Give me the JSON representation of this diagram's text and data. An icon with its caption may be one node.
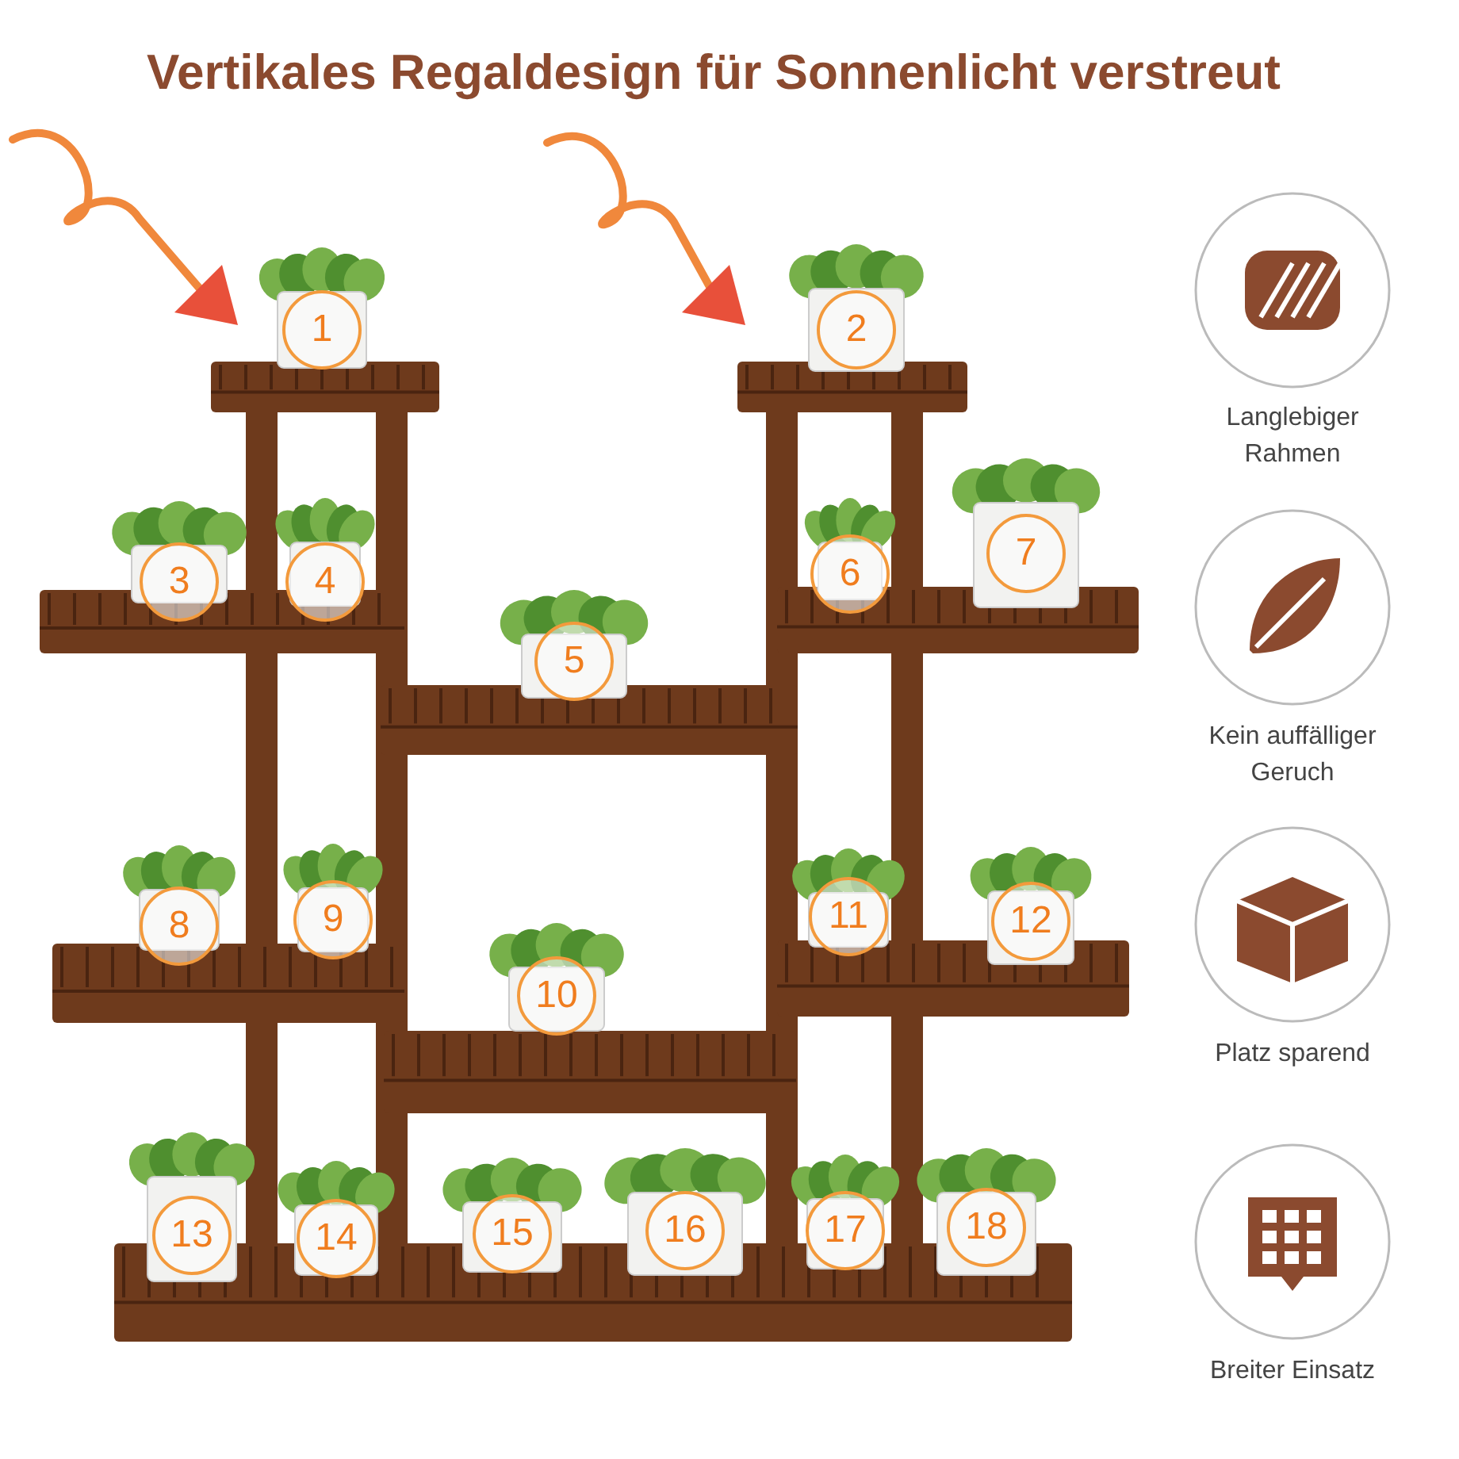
{
  "diagram": {
    "title": "Vertikales Regaldesign für Sonnenlicht verstreut",
    "labels": [
      "1",
      "2",
      "3",
      "4",
      "5",
      "6",
      "7",
      "8",
      "9",
      "10",
      "11",
      "12",
      "13",
      "14",
      "15",
      "16",
      "17",
      "18",
      "Langlebiger Rahmen",
      "Kein auffälliger Geruch",
      "Platz sparend",
      "Breiter Einsatz"
    ]
  }
}
